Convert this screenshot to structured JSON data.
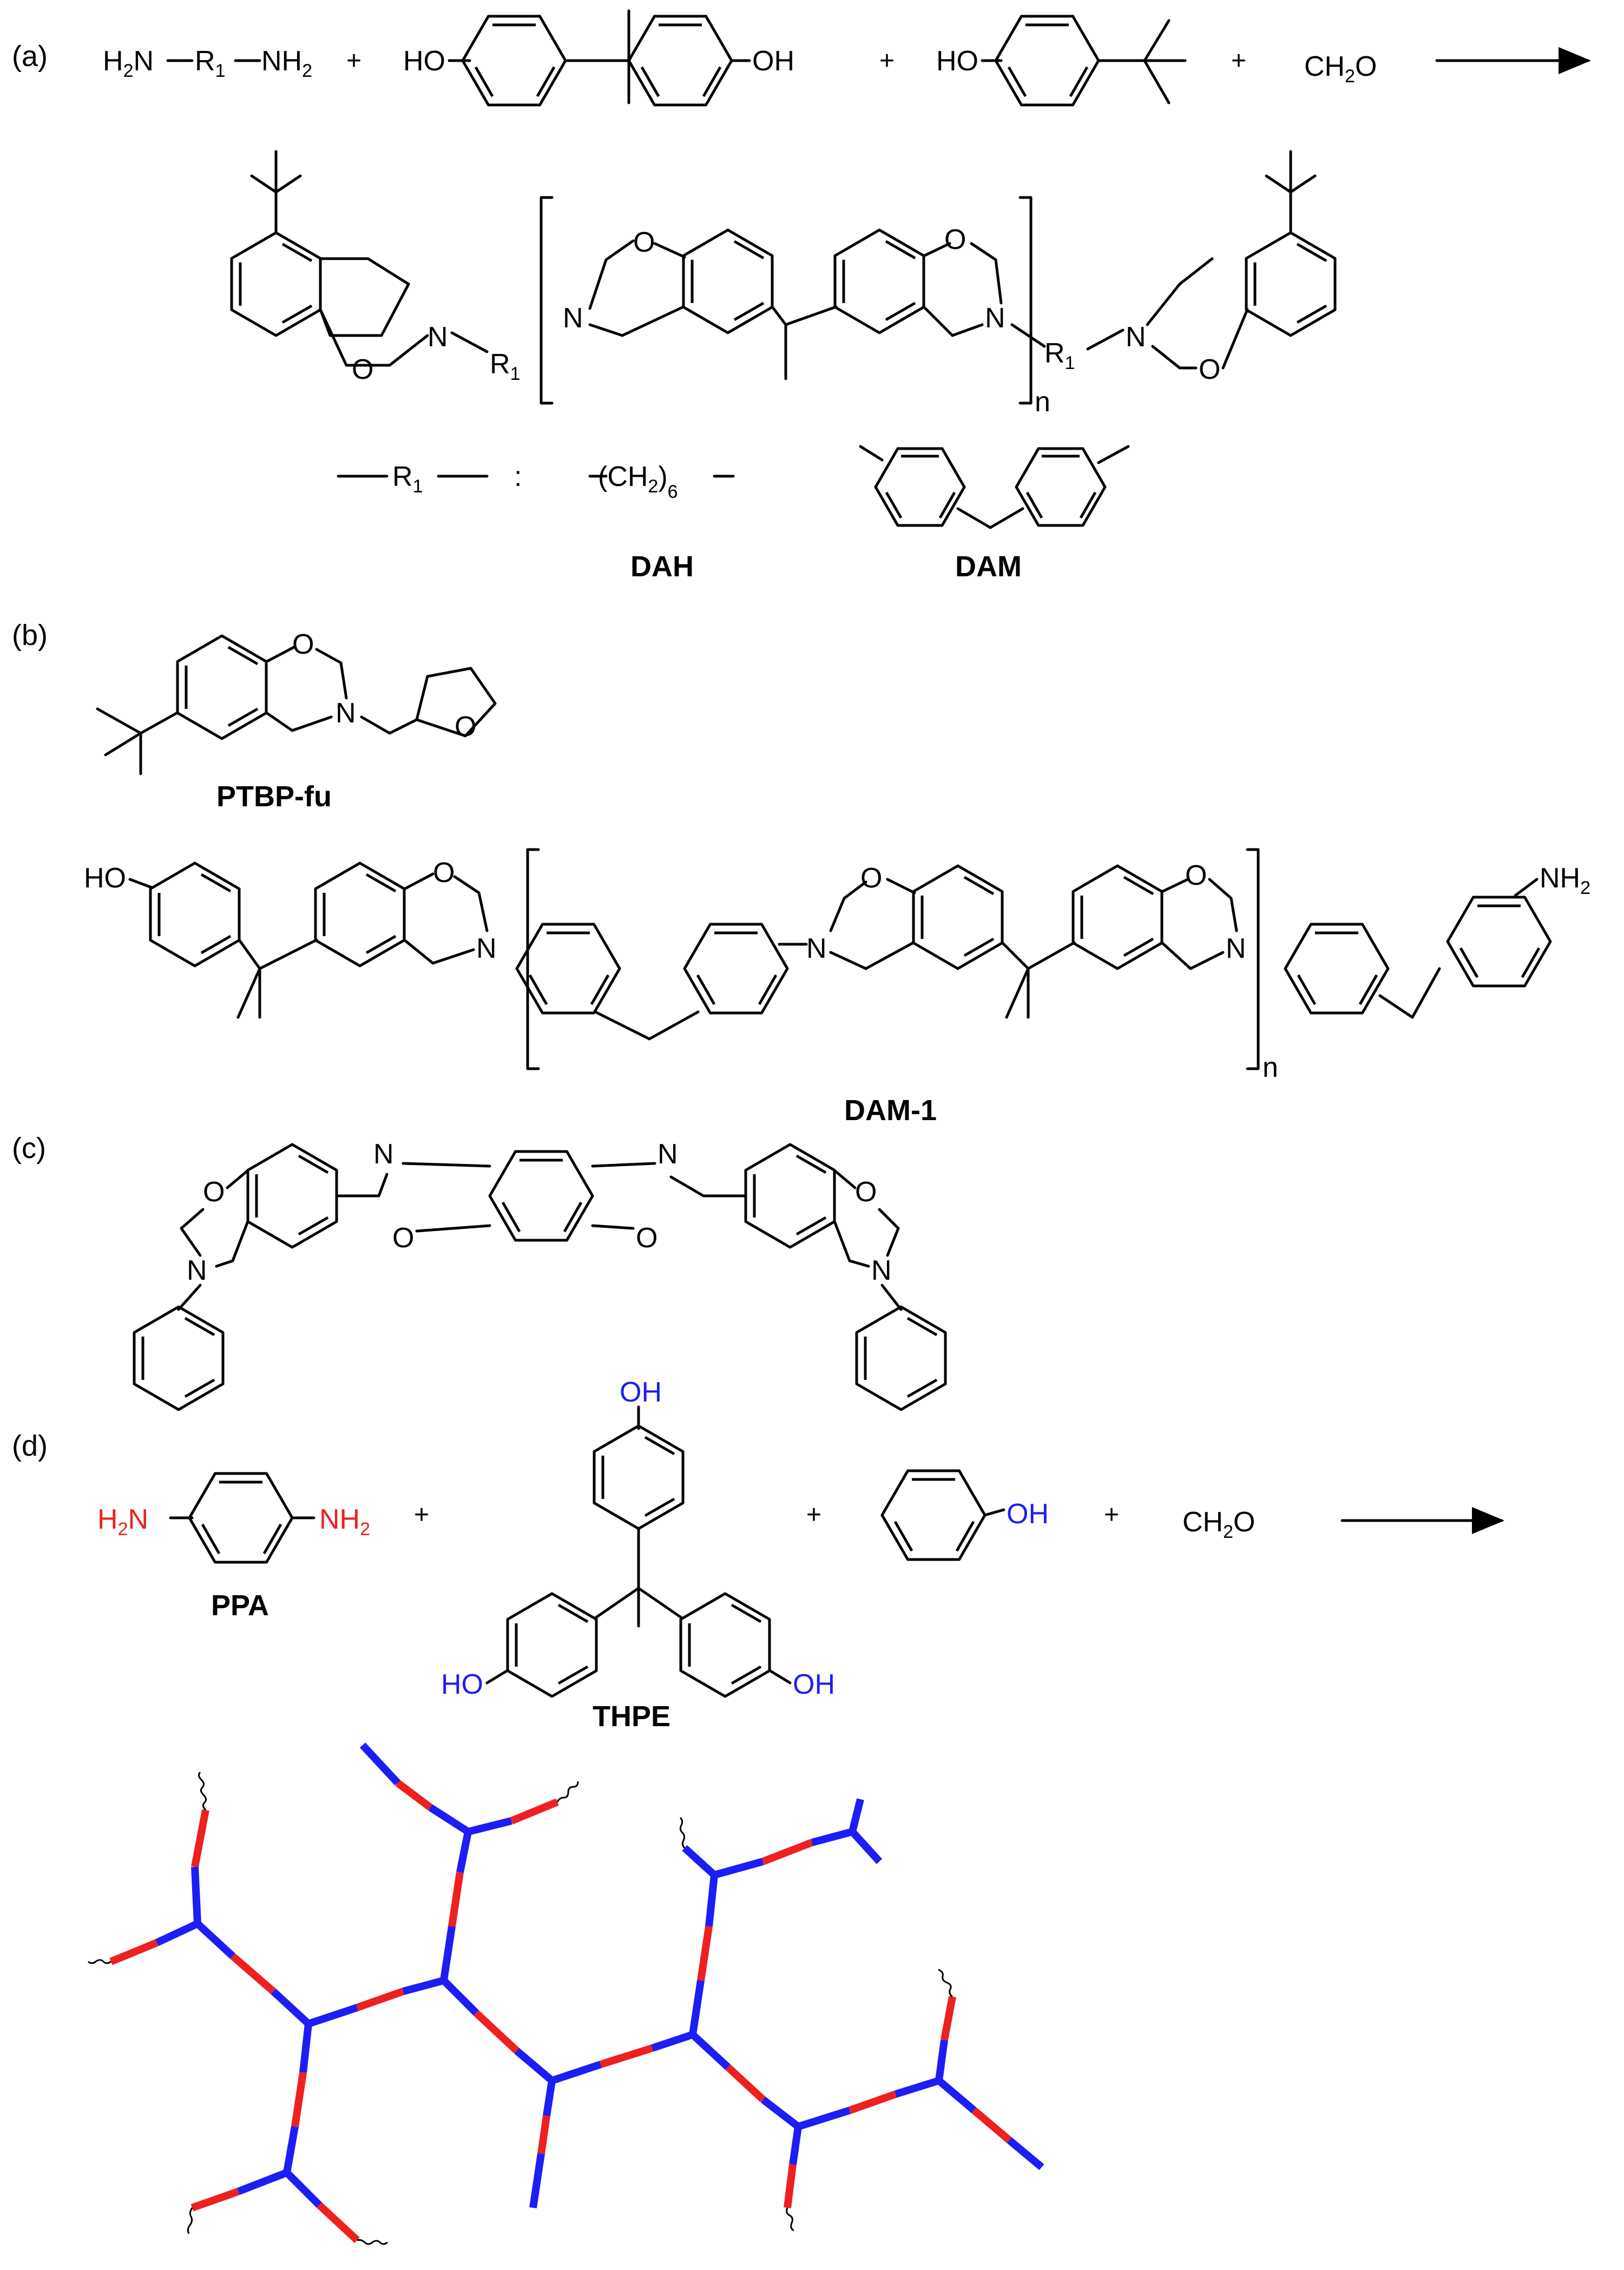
{
  "panels": {
    "a": "(a)",
    "b": "(b)",
    "c": "(c)",
    "d": "(d)"
  },
  "plus": "+",
  "atoms": {
    "HO": "HO",
    "OH": "OH",
    "O": "O",
    "N": "N",
    "NH2_N": "NH",
    "NH2_sub": "2",
    "CH2O_a": "CH",
    "CH2O_sub": "2",
    "CH2O_b": "O",
    "H2N_a": "H",
    "H2N_sub": "2",
    "H2N_b": "N",
    "R": "R",
    "R_sub": "1",
    "n": "n",
    "CH2chain_open": "(CH",
    "CH2chain_sub": "2",
    "CH2chain_close": ")",
    "CH2chain_idx": "6",
    "colon": ":"
  },
  "names": {
    "DAH": "DAH",
    "DAM": "DAM",
    "PTBP_fu": "PTBP-fu",
    "DAM_1": "DAM-1",
    "PPA": "PPA",
    "THPE": "THPE"
  },
  "colors": {
    "amine": "#ee2020",
    "phenol": "#1d1df5",
    "text": "#000000"
  }
}
